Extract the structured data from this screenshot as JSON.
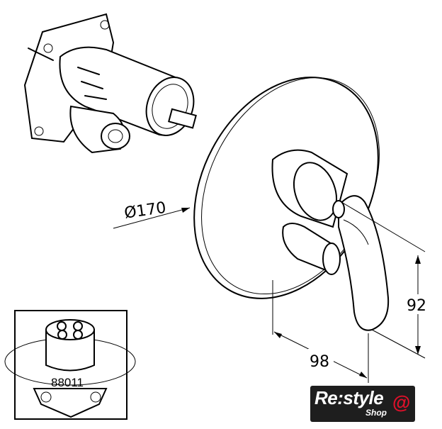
{
  "dimensions": {
    "diameter": "Ø170",
    "height": "92",
    "depth": "98"
  },
  "inset": {
    "part_number": "88011"
  },
  "logo": {
    "brand": "Re:style",
    "sub": "Shop",
    "accent_color": "#e0102a",
    "bg_color": "#1e1e1e"
  }
}
